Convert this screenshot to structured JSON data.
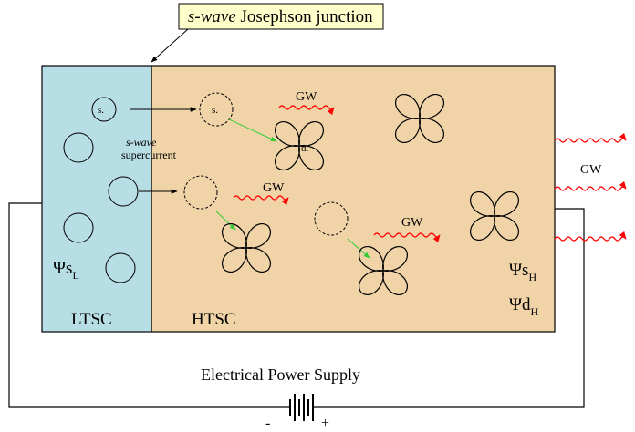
{
  "title": {
    "italic": "s-wave",
    "rest": " Josephson junction"
  },
  "labels": {
    "s_small": "s.",
    "d_small": "d.",
    "gw": "GW",
    "swave_italic": "s-wave",
    "supercurrent": "supercurrent",
    "ltsc": "LTSC",
    "htsc": "HTSC",
    "psi": "Ψ",
    "s": "s",
    "d": "d",
    "sub_L": "L",
    "sub_H": "H",
    "power_supply": "Electrical Power Supply",
    "minus": "-",
    "plus": "+"
  },
  "colors": {
    "ltsc_fill": "#b7dde5",
    "htsc_fill": "#f0d4a8",
    "wave": "#ff0000",
    "arrow_green": "#33cc33",
    "callout_fill": "#ffffcc"
  }
}
